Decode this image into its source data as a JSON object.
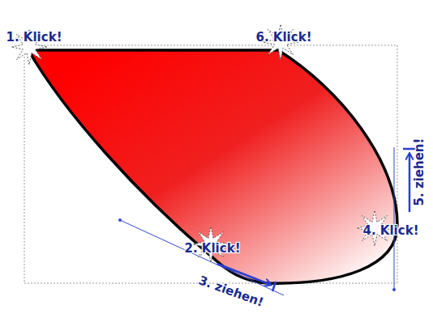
{
  "diagram": {
    "labels": [
      "1. Klick!",
      "6. Klick!",
      "5. ziehen!",
      "2. Klick!",
      "4. Klick!",
      "3. ziehen!"
    ]
  }
}
